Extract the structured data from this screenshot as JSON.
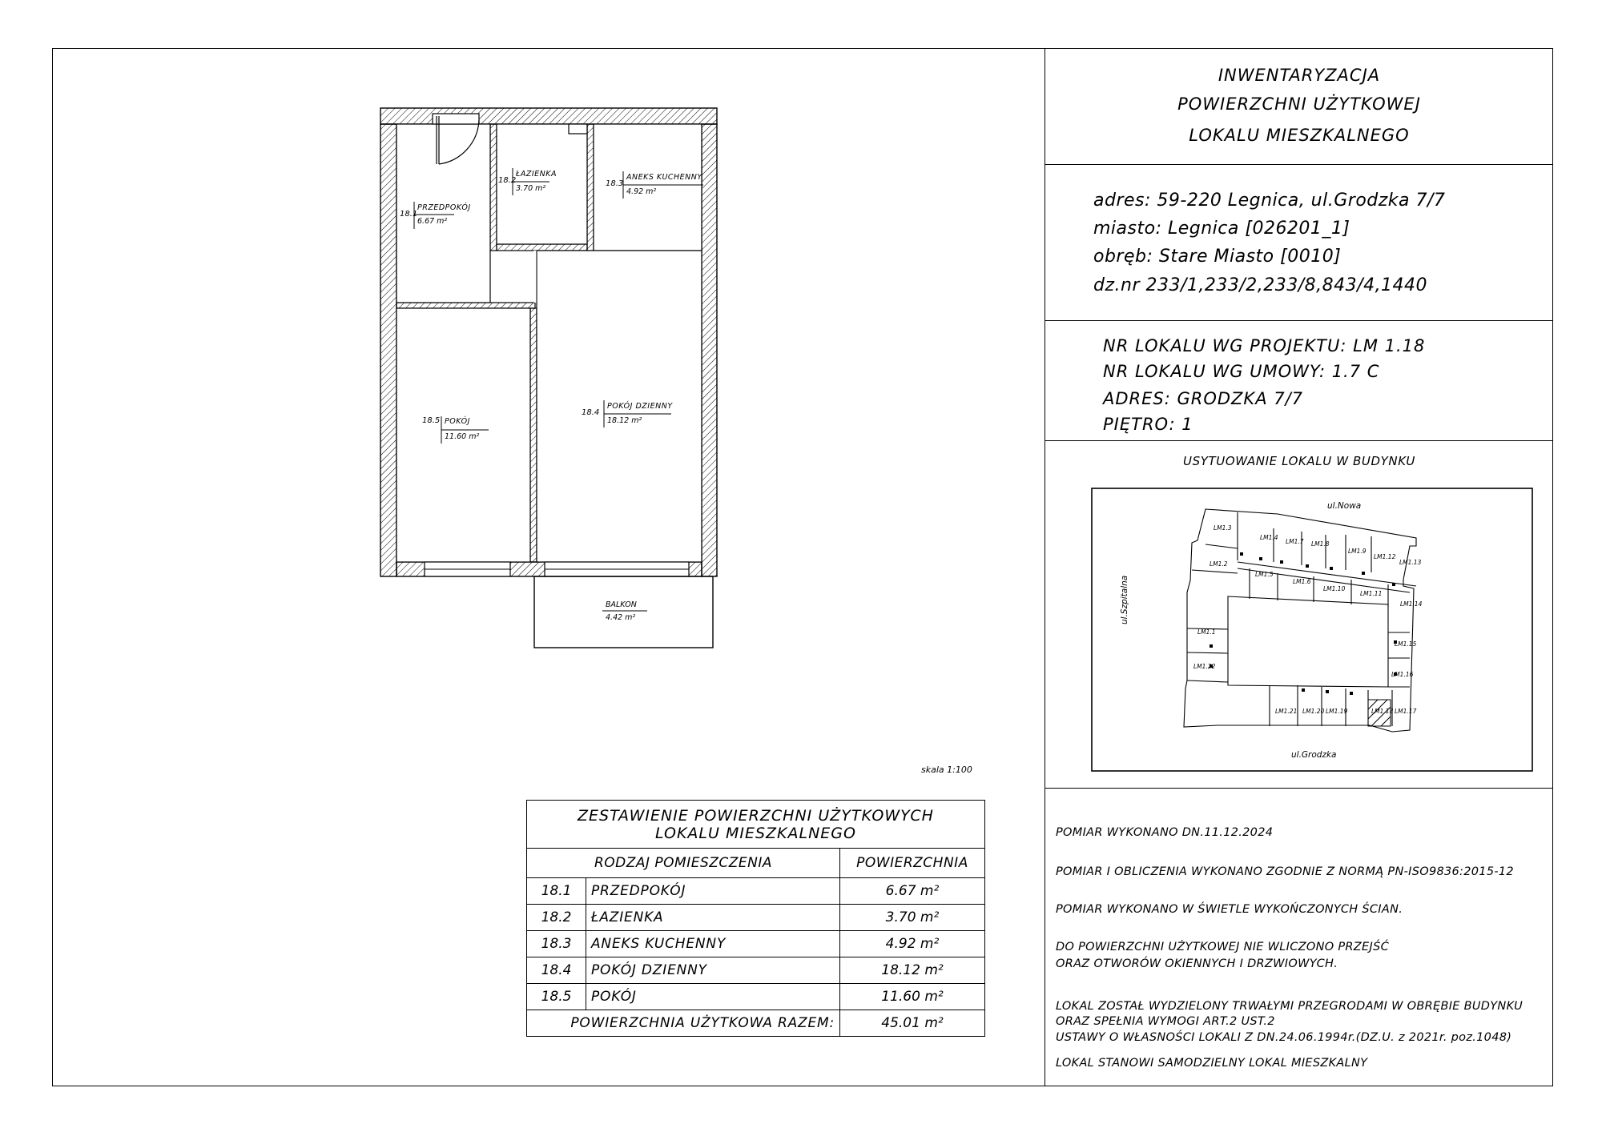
{
  "title": {
    "line1": "INWENTARYZACJA",
    "line2": "POWIERZCHNI UŻYTKOWEJ",
    "line3": "LOKALU MIESZKALNEGO"
  },
  "address": {
    "adres": "adres: 59-220 Legnica, ul.Grodzka 7/7",
    "miasto": "miasto: Legnica [026201_1]",
    "obreb": "obręb: Stare Miasto [0010]",
    "dz": "dz.nr 233/1,233/2,233/8,843/4,1440"
  },
  "lokal": {
    "projekt": "NR LOKALU WG PROJEKTU: LM 1.18",
    "umowa": "NR LOKALU WG UMOWY: 1.7 C",
    "adres": "ADRES: GRODZKA 7/7",
    "pietro": "PIĘTRO: 1"
  },
  "location_map": {
    "title": "USYTUOWANIE LOKALU W BUDYNKU",
    "street_north": "ul.Nowa",
    "street_south": "ul.Grodzka",
    "street_west": "ul.Szpitalna",
    "units": [
      "LM1.3",
      "LM1.4",
      "LM1.7",
      "LM1.8",
      "LM1.9",
      "LM1.12",
      "LM1.13",
      "LM1.2",
      "LM1.5",
      "LM1.6",
      "LM1.10",
      "LM1.11",
      "LM1.14",
      "LM1.1",
      "LM1.15",
      "LM1.22",
      "LM1.16",
      "LM1.21",
      "LM1.20",
      "LM1.19",
      "LM1.18",
      "LM1.17"
    ]
  },
  "notes": {
    "n1": "POMIAR WYKONANO DN.11.12.2024",
    "n2": "POMIAR I OBLICZENIA WYKONANO ZGODNIE Z NORMĄ PN-ISO9836:2015-12",
    "n3": "POMIAR WYKONANO W ŚWIETLE WYKOŃCZONYCH ŚCIAN.",
    "n4a": "DO POWIERZCHNI UŻYTKOWEJ NIE WLICZONO PRZEJŚĆ",
    "n4b": "ORAZ OTWORÓW OKIENNYCH I DRZWIOWYCH.",
    "n5a": "LOKAL ZOSTAŁ WYDZIELONY TRWAŁYMI PRZEGRODAMI W OBRĘBIE BUDYNKU",
    "n5b": "ORAZ SPEŁNIA WYMOGI ART.2 UST.2",
    "n5c": "USTAWY O WŁASNOŚCI LOKALI Z DN.24.06.1994r.(DZ.U. z 2021r. poz.1048)",
    "n6": "LOKAL STANOWI SAMODZIELNY LOKAL MIESZKALNY"
  },
  "scale": "skala 1:100",
  "plan": {
    "rooms": [
      {
        "num": "18.1",
        "name": "PRZEDPOKÓJ",
        "area": "6.67 m²"
      },
      {
        "num": "18.2",
        "name": "ŁAZIENKA",
        "area": "3.70 m²"
      },
      {
        "num": "18.3",
        "name": "ANEKS KUCHENNY",
        "area": "4.92 m²"
      },
      {
        "num": "18.4",
        "name": "POKÓJ DZIENNY",
        "area": "18.12 m²"
      },
      {
        "num": "18.5",
        "name": "POKÓJ",
        "area": "11.60 m²"
      }
    ],
    "balcony": {
      "name": "BALKON",
      "area": "4.42 m²"
    }
  },
  "table": {
    "title1": "ZESTAWIENIE POWIERZCHNI UŻYTKOWYCH",
    "title2": "LOKALU MIESZKALNEGO",
    "col1": "RODZAJ POMIESZCZENIA",
    "col2": "POWIERZCHNIA",
    "rows": [
      {
        "num": "18.1",
        "name": "PRZEDPOKÓJ",
        "area": "6.67 m²"
      },
      {
        "num": "18.2",
        "name": "ŁAZIENKA",
        "area": "3.70 m²"
      },
      {
        "num": "18.3",
        "name": "ANEKS KUCHENNY",
        "area": "4.92 m²"
      },
      {
        "num": "18.4",
        "name": "POKÓJ DZIENNY",
        "area": "18.12 m²"
      },
      {
        "num": "18.5",
        "name": "POKÓJ",
        "area": "11.60 m²"
      }
    ],
    "total_label": "POWIERZCHNIA UŻYTKOWA RAZEM:",
    "total_value": "45.01 m²"
  }
}
